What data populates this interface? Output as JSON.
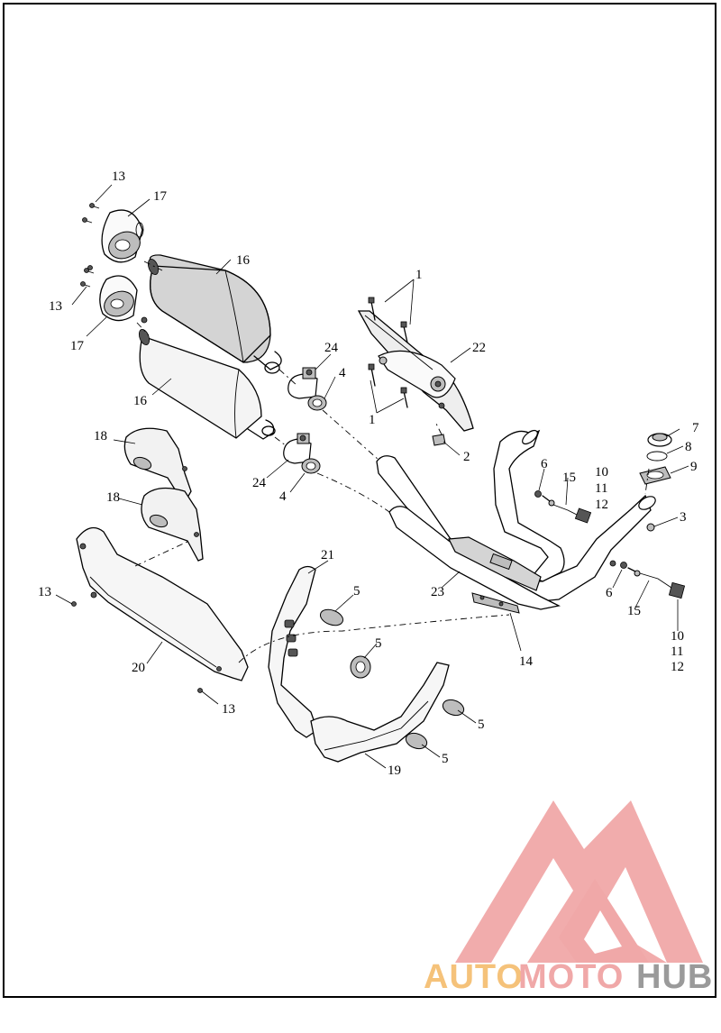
{
  "callouts": {
    "c1a": "1",
    "c1b": "1",
    "c2": "2",
    "c3": "3",
    "c4a": "4",
    "c4b": "4",
    "c5a": "5",
    "c5b": "5",
    "c5c": "5",
    "c5d": "5",
    "c6a": "6",
    "c6b": "6",
    "c7": "7",
    "c8": "8",
    "c9": "9",
    "c10a": "10",
    "c11a": "11",
    "c12a": "12",
    "c10b": "10",
    "c11b": "11",
    "c12b": "12",
    "c13a": "13",
    "c13b": "13",
    "c13c": "13",
    "c13d": "13",
    "c14": "14",
    "c15a": "15",
    "c15b": "15",
    "c16a": "16",
    "c16b": "16",
    "c17a": "17",
    "c17b": "17",
    "c18a": "18",
    "c18b": "18",
    "c19": "19",
    "c20": "20",
    "c21": "21",
    "c22": "22",
    "c23": "23",
    "c24a": "24",
    "c24b": "24"
  },
  "watermark": {
    "part1": "AUTO",
    "part2": "MOTO",
    "part3": "HUB",
    "color_primary": "#f0a8a8",
    "color_accent": "#f5c27a",
    "color_dark": "#9a9a9a"
  }
}
